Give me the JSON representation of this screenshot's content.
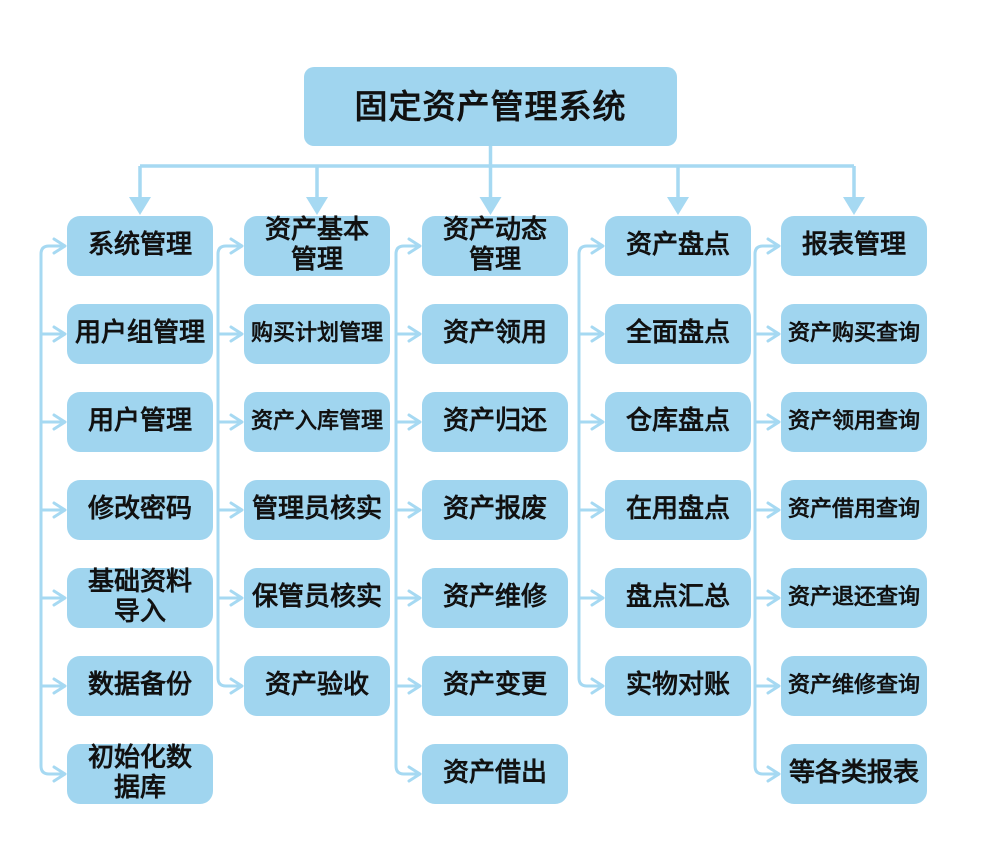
{
  "title": "固定资产管理系统",
  "colors": {
    "box": "#a0d5ef",
    "line": "#a6d9f2",
    "text": "#111111",
    "background": "#ffffff"
  },
  "columns": [
    {
      "header": "系统管理",
      "children": [
        "用户组管理",
        "用户管理",
        "修改密码",
        "基础资料\n导入",
        "数据备份",
        "初始化数\n据库"
      ]
    },
    {
      "header": "资产基本\n管理",
      "children": [
        "购买计划管理",
        "资产入库管理",
        "管理员核实",
        "保管员核实",
        "资产验收"
      ]
    },
    {
      "header": "资产动态\n管理",
      "children": [
        "资产领用",
        "资产归还",
        "资产报废",
        "资产维修",
        "资产变更",
        "资产借出"
      ]
    },
    {
      "header": "资产盘点",
      "children": [
        "全面盘点",
        "仓库盘点",
        "在用盘点",
        "盘点汇总",
        "实物对账"
      ]
    },
    {
      "header": "报表管理",
      "children": [
        "资产购买查询",
        "资产领用查询",
        "资产借用查询",
        "资产退还查询",
        "资产维修查询",
        "等各类报表"
      ]
    }
  ]
}
